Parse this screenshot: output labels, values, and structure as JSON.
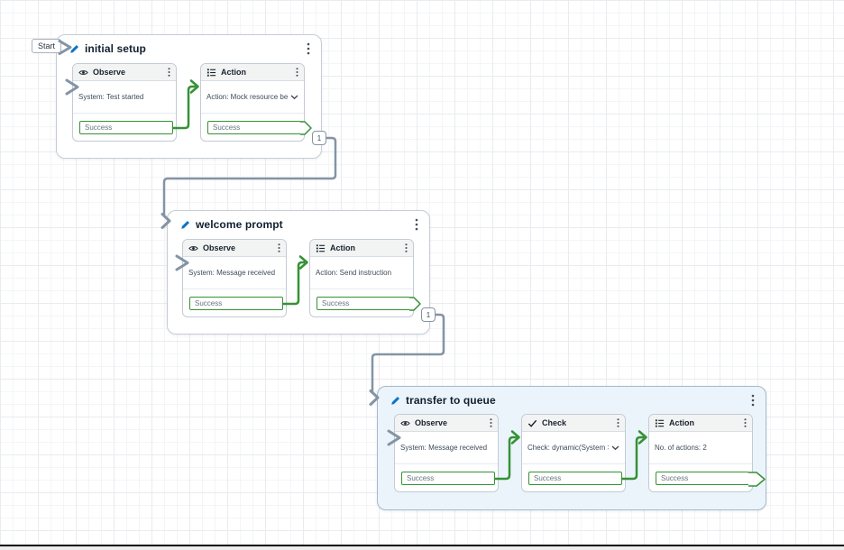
{
  "start_label": "Start",
  "groups": [
    {
      "title": "initial setup",
      "badge": "1",
      "cards": [
        {
          "header": "Observe",
          "icon": "eye-icon",
          "body": "System: Test started",
          "port": "Success"
        },
        {
          "header": "Action",
          "icon": "list-icon",
          "body": "Action: Mock resource be...",
          "dropdown": true,
          "port": "Success"
        }
      ]
    },
    {
      "title": "welcome prompt",
      "badge": "1",
      "cards": [
        {
          "header": "Observe",
          "icon": "eye-icon",
          "body": "System: Message received",
          "port": "Success"
        },
        {
          "header": "Action",
          "icon": "list-icon",
          "body": "Action: Send instruction",
          "port": "Success"
        }
      ]
    },
    {
      "title": "transfer to queue",
      "highlighted": true,
      "cards": [
        {
          "header": "Observe",
          "icon": "eye-icon",
          "body": "System: Message received",
          "port": "Success"
        },
        {
          "header": "Check",
          "icon": "check-icon",
          "body": "Check: dynamic(System >...",
          "dropdown": true,
          "port": "Success"
        },
        {
          "header": "Action",
          "icon": "list-icon",
          "body": "No. of actions: 2",
          "port": "Success"
        }
      ]
    }
  ],
  "colors": {
    "success_green": "#359135",
    "connector_gray": "#8494a5",
    "highlight_group_bg": "#ecf4fb",
    "edit_pencil_blue": "#0a74c9"
  }
}
